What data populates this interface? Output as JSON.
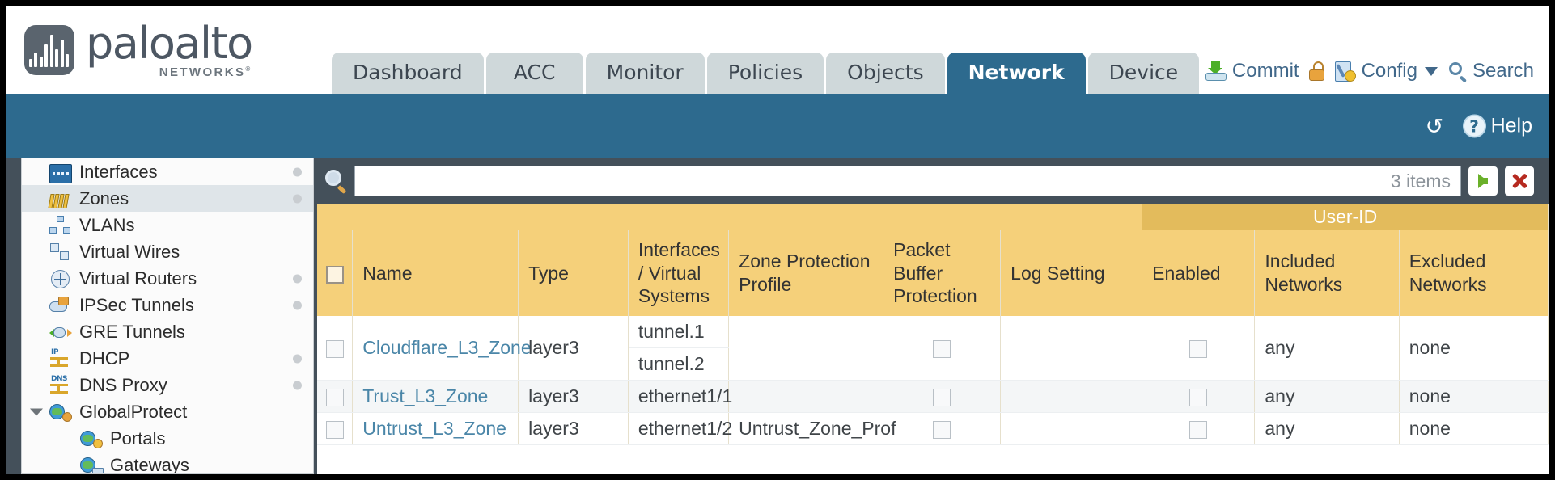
{
  "brand": {
    "name": "paloalto",
    "subtitle": "NETWORKS",
    "registered": "®"
  },
  "tabs": [
    {
      "label": "Dashboard",
      "active": false
    },
    {
      "label": "ACC",
      "active": false
    },
    {
      "label": "Monitor",
      "active": false
    },
    {
      "label": "Policies",
      "active": false
    },
    {
      "label": "Objects",
      "active": false
    },
    {
      "label": "Network",
      "active": true
    },
    {
      "label": "Device",
      "active": false
    }
  ],
  "top_actions": {
    "commit": "Commit",
    "config": "Config",
    "search": "Search",
    "lock_icon": "lock-icon",
    "caret_icon": "chevron-down-icon"
  },
  "blueband": {
    "refresh_icon": "refresh-icon",
    "help": "Help",
    "help_icon": "question-mark-icon"
  },
  "sidebar": {
    "items": [
      {
        "label": "Interfaces",
        "icon": "interfaces-icon",
        "selected": false,
        "dot": true,
        "child": false,
        "caret": false
      },
      {
        "label": "Zones",
        "icon": "zones-icon",
        "selected": true,
        "dot": true,
        "child": false,
        "caret": false
      },
      {
        "label": "VLANs",
        "icon": "vlans-icon",
        "selected": false,
        "dot": false,
        "child": false,
        "caret": false
      },
      {
        "label": "Virtual Wires",
        "icon": "virtual-wires-icon",
        "selected": false,
        "dot": false,
        "child": false,
        "caret": false
      },
      {
        "label": "Virtual Routers",
        "icon": "virtual-routers-icon",
        "selected": false,
        "dot": true,
        "child": false,
        "caret": false
      },
      {
        "label": "IPSec Tunnels",
        "icon": "ipsec-tunnels-icon",
        "selected": false,
        "dot": true,
        "child": false,
        "caret": false
      },
      {
        "label": "GRE Tunnels",
        "icon": "gre-tunnels-icon",
        "selected": false,
        "dot": false,
        "child": false,
        "caret": false
      },
      {
        "label": "DHCP",
        "icon": "dhcp-icon",
        "selected": false,
        "dot": true,
        "child": false,
        "caret": false
      },
      {
        "label": "DNS Proxy",
        "icon": "dns-proxy-icon",
        "selected": false,
        "dot": true,
        "child": false,
        "caret": false
      },
      {
        "label": "GlobalProtect",
        "icon": "globalprotect-icon",
        "selected": false,
        "dot": false,
        "child": false,
        "caret": true
      },
      {
        "label": "Portals",
        "icon": "portals-icon",
        "selected": false,
        "dot": false,
        "child": true,
        "caret": false
      },
      {
        "label": "Gateways",
        "icon": "gateways-icon",
        "selected": false,
        "dot": false,
        "child": true,
        "caret": false
      }
    ]
  },
  "search": {
    "value": "",
    "placeholder": "",
    "items_count": "3 items",
    "apply_icon": "green-arrow-icon",
    "clear_icon": "red-x-icon",
    "search_icon": "search-icon"
  },
  "table": {
    "group_header": "User-ID",
    "columns": [
      "Name",
      "Type",
      "Interfaces / Virtual Systems",
      "Zone Protection Profile",
      "Packet Buffer Protection",
      "Log Setting",
      "Enabled",
      "Included Networks",
      "Excluded Networks"
    ],
    "rows": [
      {
        "name": "Cloudflare_L3_Zone",
        "type": "layer3",
        "interfaces": [
          "tunnel.1",
          "tunnel.2"
        ],
        "zone_protection_profile": "",
        "packet_buffer_protection": false,
        "log_setting": "",
        "userid_enabled": false,
        "included_networks": "any",
        "excluded_networks": "none"
      },
      {
        "name": "Trust_L3_Zone",
        "type": "layer3",
        "interfaces": [
          "ethernet1/1"
        ],
        "zone_protection_profile": "",
        "packet_buffer_protection": false,
        "log_setting": "",
        "userid_enabled": false,
        "included_networks": "any",
        "excluded_networks": "none"
      },
      {
        "name": "Untrust_L3_Zone",
        "type": "layer3",
        "interfaces": [
          "ethernet1/2"
        ],
        "zone_protection_profile": "Untrust_Zone_Prof",
        "packet_buffer_protection": false,
        "log_setting": "",
        "userid_enabled": false,
        "included_networks": "any",
        "excluded_networks": "none"
      }
    ]
  },
  "colors": {
    "accent_blue": "#2d6a8e",
    "header_yellow": "#f5d07a",
    "group_yellow": "#e3bb5c",
    "dark_slate": "#44505a",
    "link": "#4a86a8"
  }
}
